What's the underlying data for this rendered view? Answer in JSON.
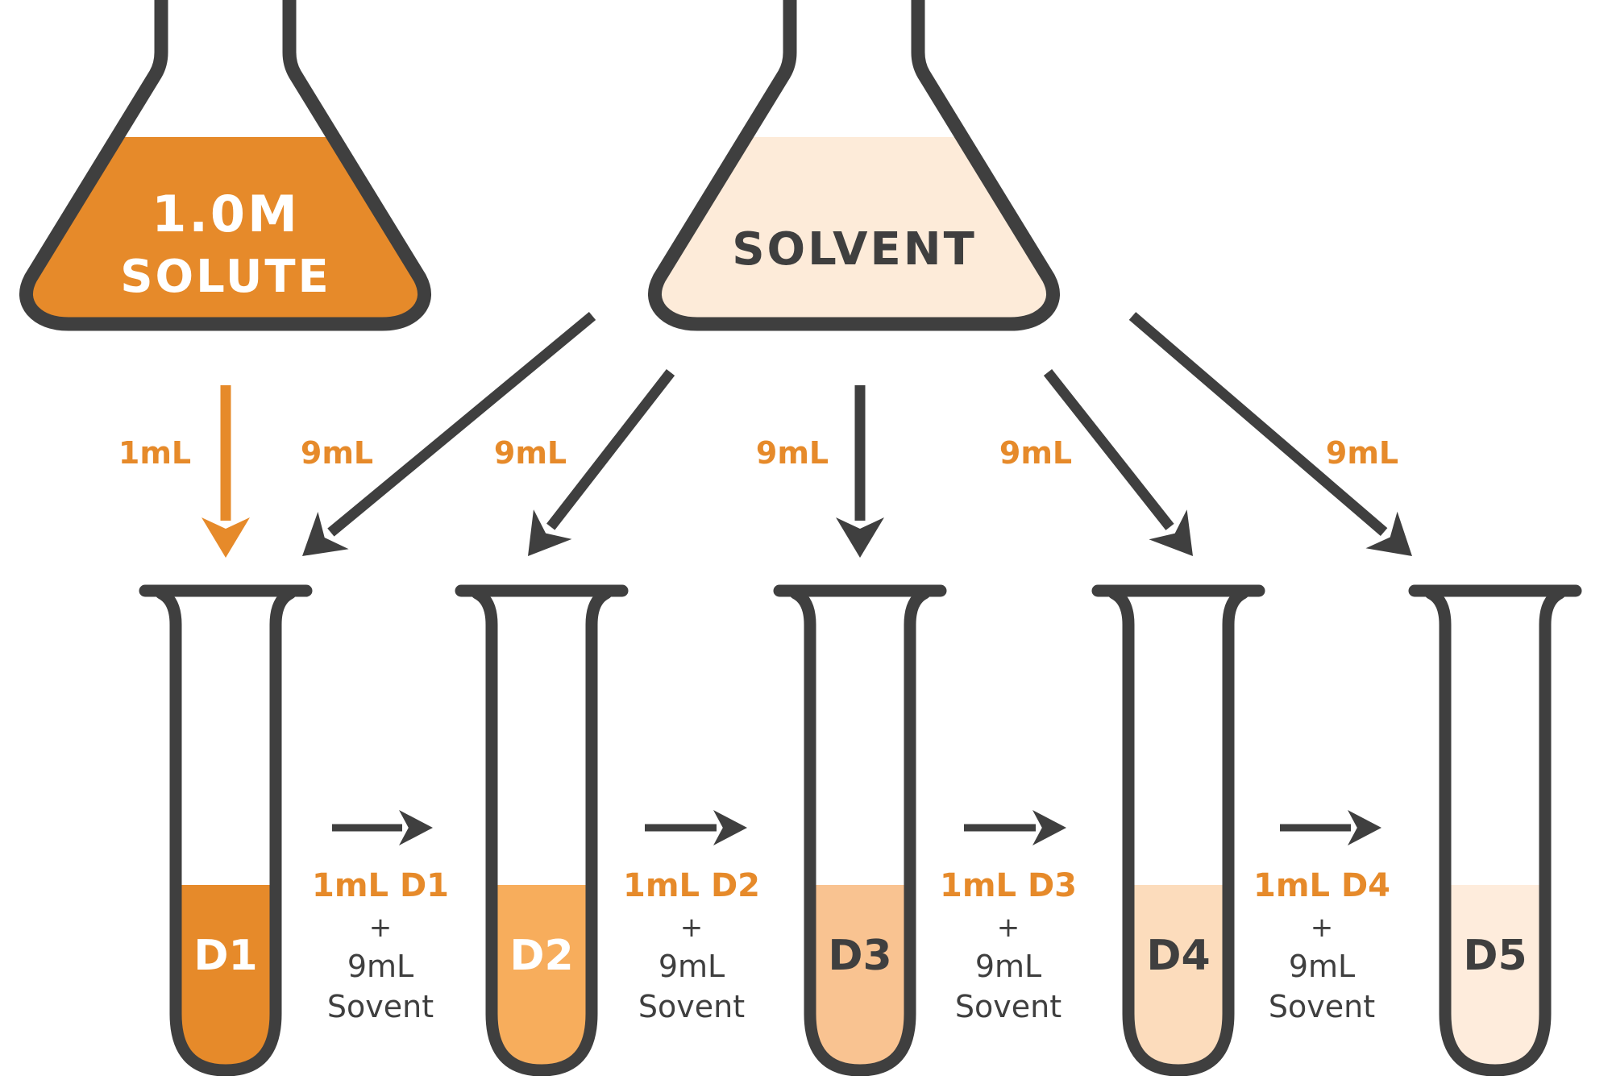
{
  "colors": {
    "outline": "#3f3f3f",
    "accent": "#e68a2a",
    "solvent_fill": "#fdebd9",
    "tube_fills": [
      "#e68a2a",
      "#f7ad5c",
      "#f9c391",
      "#fcdcbc",
      "#feecdc"
    ],
    "tube_label_colors": [
      "#ffffff",
      "#ffffff",
      "#3f3f3f",
      "#3f3f3f",
      "#3f3f3f"
    ]
  },
  "flasks": {
    "solute": {
      "line1": "1.0M",
      "line2": "SOLUTE"
    },
    "solvent": {
      "label": "SOLVENT"
    }
  },
  "transfers": {
    "solute_volume": "1mL",
    "solvent_volumes": [
      "9mL",
      "9mL",
      "9mL",
      "9mL",
      "9mL"
    ]
  },
  "tubes": [
    "D1",
    "D2",
    "D3",
    "D4",
    "D5"
  ],
  "steps": [
    {
      "from": "1mL D1",
      "plus": "+",
      "volume": "9mL",
      "solvent": "Sovent"
    },
    {
      "from": "1mL D2",
      "plus": "+",
      "volume": "9mL",
      "solvent": "Sovent"
    },
    {
      "from": "1mL D3",
      "plus": "+",
      "volume": "9mL",
      "solvent": "Sovent"
    },
    {
      "from": "1mL D4",
      "plus": "+",
      "volume": "9mL",
      "solvent": "Sovent"
    }
  ]
}
